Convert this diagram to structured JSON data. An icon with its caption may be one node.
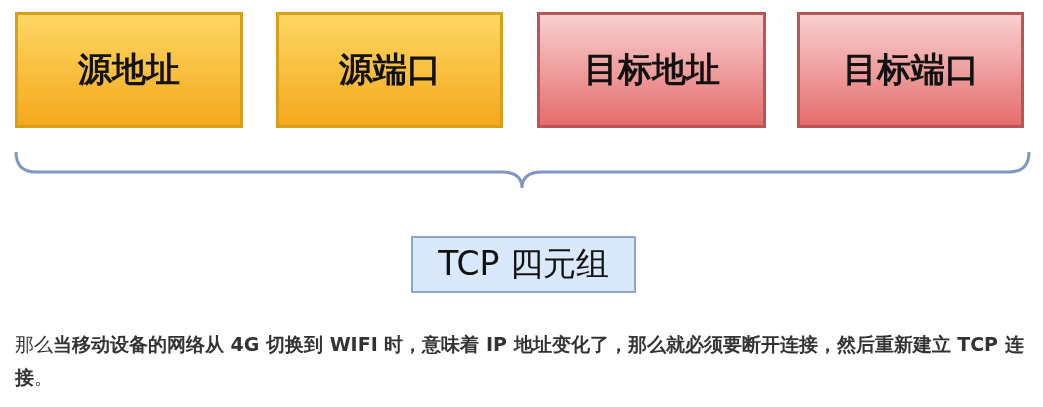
{
  "diagram": {
    "nodes": [
      {
        "text": [
          "源地址"
        ]
      },
      {
        "text": [
          "源端口"
        ]
      },
      {
        "text": [
          "目标地址"
        ]
      },
      {
        "text": [
          "目标端口"
        ]
      },
      {
        "text": [
          "TCP 四元组"
        ]
      }
    ],
    "labels": [
      "那么**当移动设备的网络从 4G 切换到 WIFI 时，意味着 IP 地址变化了，那么就必须要断开连接，然后重新建立 TCP 连接**。"
    ]
  }
}
